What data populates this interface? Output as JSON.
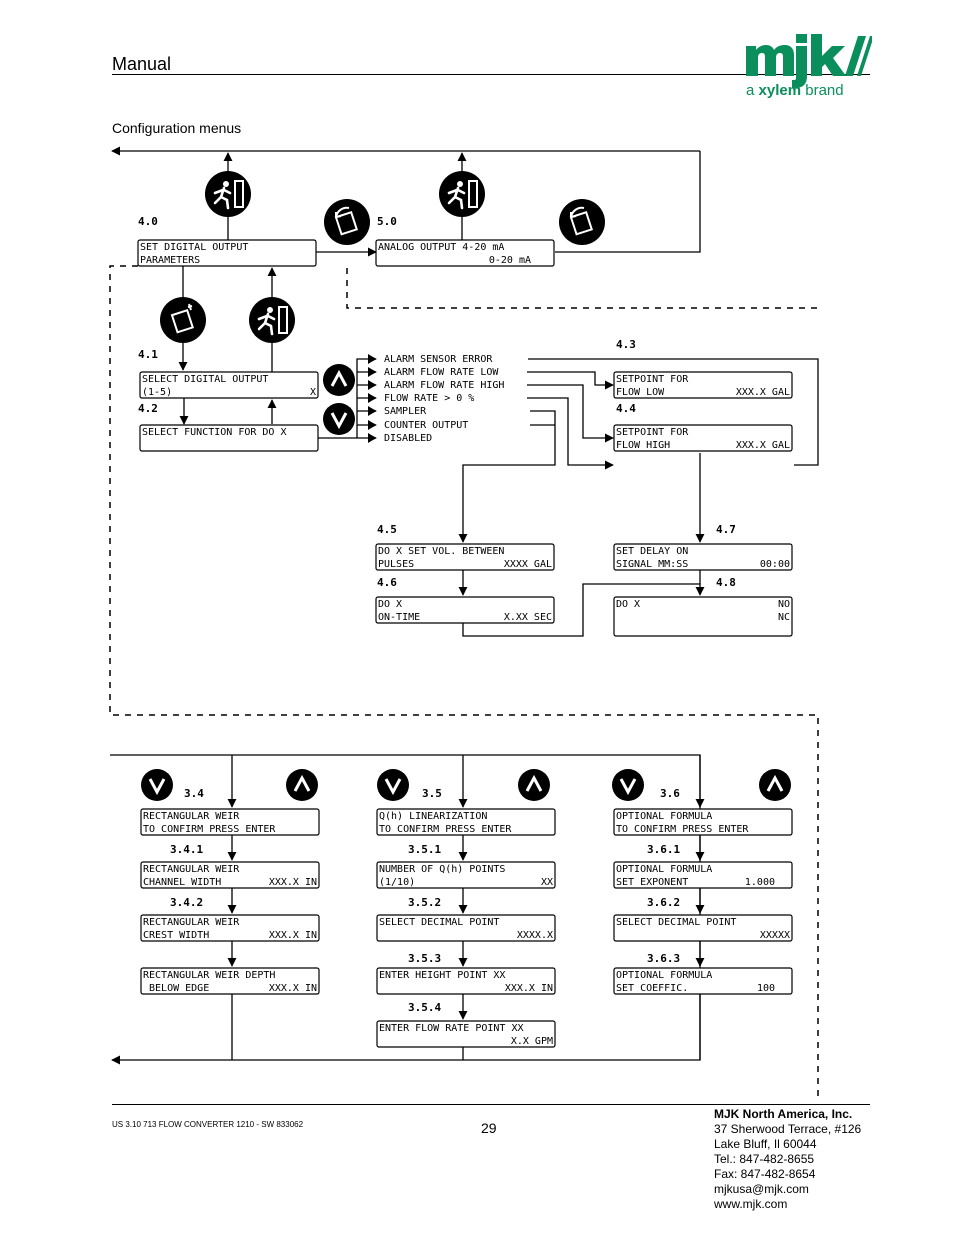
{
  "header": {
    "title": "Manual",
    "section": "Configuration menus"
  },
  "logo": {
    "brand": "mjk",
    "tag_prefix": "a",
    "tag_brand": "xylem",
    "tag_suffix": "brand",
    "color": "#0a8f5c"
  },
  "menus": {
    "m40": {
      "label": "4.0",
      "line1": "SET DIGITAL OUTPUT",
      "line2": "PARAMETERS"
    },
    "m50": {
      "label": "5.0",
      "line1": "ANALOG OUTPUT  4-20 mA",
      "line2": "0-20 mA"
    },
    "m41": {
      "label": "4.1",
      "line1": "SELECT DIGITAL OUTPUT",
      "line2": "(1-5)",
      "value": "X"
    },
    "m42": {
      "label": "4.2",
      "line1": "SELECT FUNCTION FOR DO X"
    },
    "m43": {
      "label": "4.3",
      "line1": "SETPOINT FOR",
      "line2": "FLOW LOW",
      "value": "XXX.X GAL"
    },
    "m44": {
      "label": "4.4",
      "line1": "SETPOINT FOR",
      "line2": "FLOW HIGH",
      "value": "XXX.X GAL"
    },
    "m45": {
      "label": "4.5",
      "line1": "DO X SET VOL. BETWEEN",
      "line2": "PULSES",
      "value": "XXXX GAL"
    },
    "m46": {
      "label": "4.6",
      "line1": "DO X",
      "line2": "ON-TIME",
      "value": "X.XX SEC"
    },
    "m47": {
      "label": "4.7",
      "line1": "SET DELAY ON",
      "line2": "SIGNAL MM:SS",
      "value": "00:00"
    },
    "m48": {
      "label": "4.8",
      "line1": "DO X",
      "value1": "NO",
      "value2": "NC"
    },
    "m34": {
      "label": "3.4",
      "line1": "RECTANGULAR WEIR",
      "line2": "TO CONFIRM PRESS ENTER"
    },
    "m341": {
      "label": "3.4.1",
      "line1": "RECTANGULAR WEIR",
      "line2": "CHANNEL WIDTH",
      "value": "XXX.X IN"
    },
    "m342": {
      "label": "3.4.2",
      "line1": "RECTANGULAR WEIR",
      "line2": "CREST WIDTH",
      "value": "XXX.X IN"
    },
    "m343": {
      "line1": "RECTANGULAR WEIR DEPTH",
      "line2": " BELOW EDGE",
      "value": "XXX.X IN"
    },
    "m35": {
      "label": "3.5",
      "line1": "Q(h) LINEARIZATION",
      "line2": "TO CONFIRM PRESS ENTER"
    },
    "m351": {
      "label": "3.5.1",
      "line1": "NUMBER OF Q(h) POINTS",
      "line2": "(1/10)",
      "value": "XX"
    },
    "m352": {
      "label": "3.5.2",
      "line1": "SELECT DECIMAL POINT",
      "value": "XXXX.X"
    },
    "m353": {
      "label": "3.5.3",
      "line1": "ENTER HEIGHT POINT XX",
      "value": "XXX.X IN"
    },
    "m354": {
      "label": "3.5.4",
      "line1": "ENTER FLOW RATE POINT XX",
      "value": "X.X GPM"
    },
    "m36": {
      "label": "3.6",
      "line1": "OPTIONAL FORMULA",
      "line2": "TO CONFIRM PRESS ENTER"
    },
    "m361": {
      "label": "3.6.1",
      "line1": "OPTIONAL FORMULA",
      "line2": "SET EXPONENT",
      "value": "1.000"
    },
    "m362": {
      "label": "3.6.2",
      "line1": "SELECT DECIMAL POINT",
      "value": "XXXXX"
    },
    "m363": {
      "label": "3.6.3",
      "line1": "OPTIONAL FORMULA",
      "line2": "SET COEFFIC.",
      "value": "100"
    }
  },
  "functions": [
    "ALARM SENSOR ERROR",
    "ALARM FLOW RATE LOW",
    "ALARM FLOW RATE HIGH",
    "FLOW RATE > 0 %",
    "SAMPLER",
    "COUNTER OUTPUT",
    "DISABLED"
  ],
  "footer": {
    "doc": "US 3.10 713 FLOW CONVERTER 1210 - SW 833062",
    "page": "29",
    "address": [
      "MJK North America, Inc.",
      "37 Sherwood Terrace, #126",
      "Lake Bluff, Il 60044",
      "Tel.: 847-482-8655",
      "Fax: 847-482-8654",
      "mjkusa@mjk.com",
      "www.mjk.com"
    ]
  },
  "icons": [
    "exit-icon",
    "enter-icon",
    "up-icon",
    "down-icon"
  ]
}
